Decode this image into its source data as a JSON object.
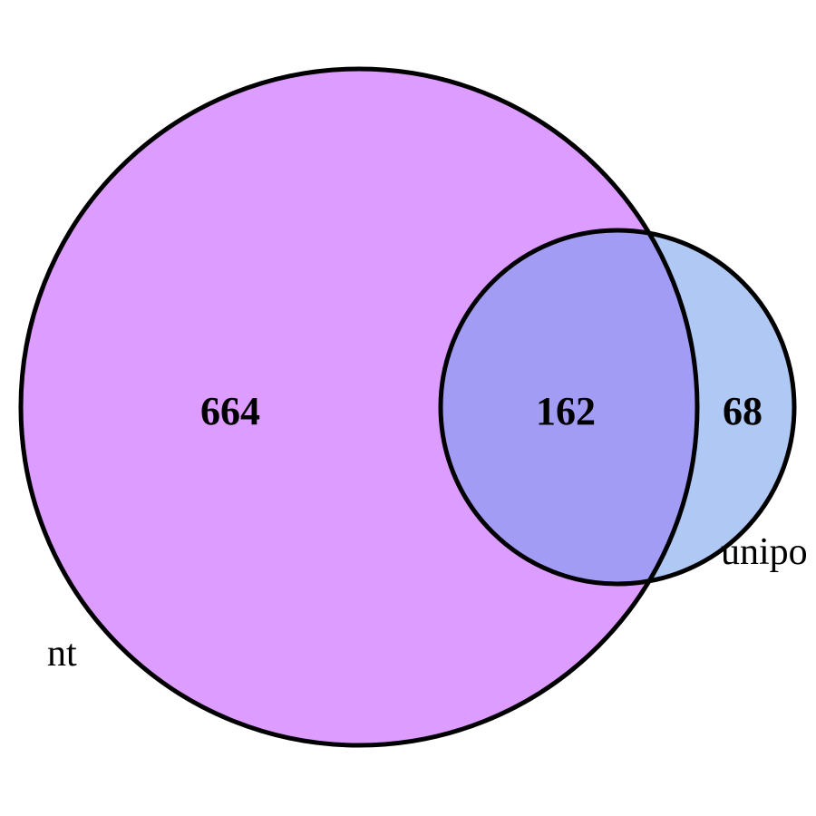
{
  "venn": {
    "sets": [
      {
        "name": "nt",
        "label": "nt",
        "color": "#dd9cff"
      },
      {
        "name": "unipo",
        "label": "unipo",
        "color": "#b0c8f4"
      }
    ],
    "overlap_color": "#a29cf4",
    "outline_color": "#000000",
    "counts": {
      "nt_only": "664",
      "both": "162",
      "unipo_only": "68"
    }
  }
}
